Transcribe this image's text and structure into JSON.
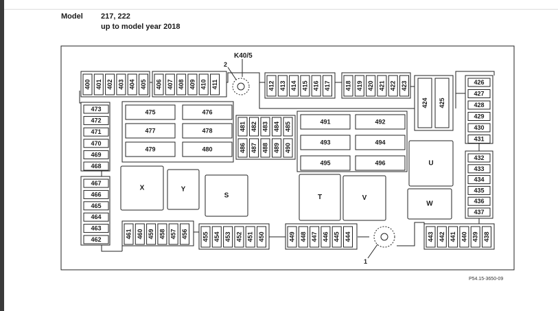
{
  "header": {
    "model_label": "Model",
    "model_value": "217, 222",
    "model_year": "up to model year 2018"
  },
  "diagram": {
    "relay_label": "K40/5",
    "callout_2": "2",
    "callout_1": "1",
    "reference": "P54.15-3650-09",
    "top_row_a": [
      "400",
      "401",
      "402",
      "403",
      "404",
      "405"
    ],
    "top_row_b": [
      "406",
      "407",
      "408",
      "409",
      "410",
      "411"
    ],
    "top_row_c": [
      "412",
      "413",
      "414",
      "415",
      "416",
      "417"
    ],
    "top_row_d": [
      "418",
      "419",
      "420",
      "421",
      "422",
      "423"
    ],
    "tall_pair": [
      "424",
      "425"
    ],
    "right_col_top": [
      "426",
      "427",
      "428",
      "429",
      "430",
      "431"
    ],
    "right_col_bottom": [
      "432",
      "433",
      "434",
      "435",
      "436",
      "437"
    ],
    "bottom_right": [
      "443",
      "442",
      "441",
      "440",
      "439",
      "438"
    ],
    "bottom_mid_right": [
      "449",
      "448",
      "447",
      "446",
      "445",
      "444"
    ],
    "bottom_mid_left": [
      "455",
      "454",
      "453",
      "452",
      "451",
      "450"
    ],
    "bottom_left": [
      "461",
      "460",
      "459",
      "458",
      "457",
      "456"
    ],
    "left_col_top": [
      "473",
      "472",
      "471",
      "470",
      "469",
      "468"
    ],
    "left_col_bottom": [
      "467",
      "466",
      "465",
      "464",
      "463",
      "462"
    ],
    "grid_large": [
      "475",
      "476",
      "477",
      "478",
      "479",
      "480"
    ],
    "small_top": [
      "481",
      "482",
      "483",
      "484",
      "485"
    ],
    "small_bottom": [
      "486",
      "487",
      "488",
      "489",
      "490"
    ],
    "grid_right": [
      "491",
      "492",
      "493",
      "494",
      "495",
      "496"
    ],
    "blocks": {
      "X": "X",
      "Y": "Y",
      "S": "S",
      "T": "T",
      "V": "V",
      "U": "U",
      "W": "W"
    }
  }
}
